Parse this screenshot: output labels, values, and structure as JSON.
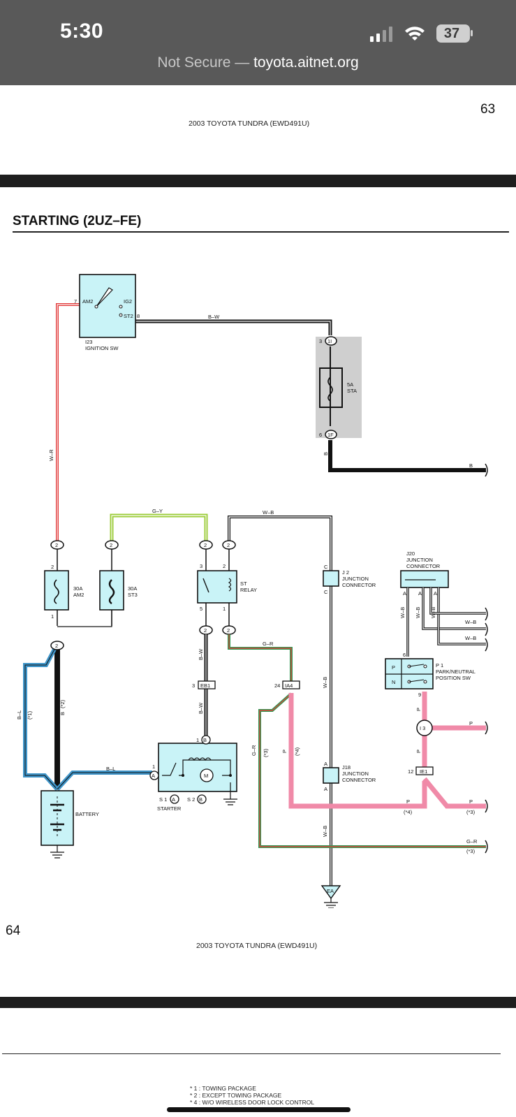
{
  "status_bar": {
    "time": "5:30",
    "battery": "37",
    "not_secure": "Not Secure —",
    "domain": "toyota.aitnet.org"
  },
  "page": {
    "page_number_top": "63",
    "doc_title_top": "2003 TOYOTA TUNDRA (EWD491U)",
    "section_title": "STARTING (2UZ–FE)",
    "page_number_bottom": "64",
    "doc_title_bottom": "2003 TOYOTA TUNDRA (EWD491U)"
  },
  "diagram": {
    "ignition_sw": {
      "ref": "I23",
      "name": "IGNITION SW",
      "am2": "AM2",
      "ig2": "IG2",
      "st2": "ST2",
      "pin_am2": "7",
      "pin_st2": "8"
    },
    "fuse_sta": {
      "rating": "5A",
      "name": "STA",
      "pin_top": "3",
      "pin_bottom": "6",
      "conn_top": "1I",
      "conn_bottom": "1F"
    },
    "fuse_am2": {
      "rating": "30A",
      "name": "AM2",
      "pin_top": "2",
      "pin_bottom": "1"
    },
    "fuse_st3": {
      "rating": "30A",
      "name": "ST3"
    },
    "st_relay": {
      "name": "ST",
      "name2": "RELAY",
      "pin3": "3",
      "pin2": "2",
      "pin5": "5",
      "pin1": "1"
    },
    "j2": {
      "ref": "J 2",
      "name": "JUNCTION",
      "name2": "CONNECTOR",
      "pin_a": "C",
      "pin_b": "C"
    },
    "j18": {
      "ref": "J18",
      "name": "JUNCTION",
      "name2": "CONNECTOR",
      "pin_a": "A",
      "pin_b": "A"
    },
    "j20": {
      "ref": "J20",
      "name": "JUNCTION",
      "name2": "CONNECTOR",
      "pins": [
        "A",
        "A",
        "A"
      ]
    },
    "p1": {
      "ref": "P 1",
      "name": "PARK/NEUTRAL",
      "name2": "POSITION SW",
      "p": "P",
      "n": "N",
      "pin6": "6",
      "pin9": "9"
    },
    "starter": {
      "name": "STARTER",
      "s1": "S 1",
      "s2": "S 2",
      "pin1": "1",
      "conn_a": "A",
      "conn_b": "B",
      "pin_b": "1",
      "motor": "M",
      "s1_mark": "A",
      "s2_mark": "B"
    },
    "battery": {
      "name": "BATTERY"
    },
    "connectors": {
      "two": "2",
      "eb1": "EB1",
      "eb1_pin": "3",
      "ia4": "IA4",
      "ia4_pin": "24",
      "ie1": "IE1",
      "ie1_pin": "12",
      "i3": "I 3",
      "ea": "EA"
    },
    "wire_labels": {
      "bw": "B–W",
      "wr": "W–R",
      "b": "B",
      "gy": "G–Y",
      "wb": "W–B",
      "gr": "G–R",
      "bl": "B–L",
      "p": "P",
      "n1": "(*1)",
      "n2": "(*2)",
      "n3": "(*3)",
      "n4": "(*4)"
    }
  },
  "footnotes": {
    "n1": "* 1 : TOWING PACKAGE",
    "n2": "* 2 : EXCEPT TOWING PACKAGE",
    "n4": "* 4 : W/O WIRELESS DOOR LOCK CONTROL"
  },
  "colors": {
    "status_bar": "#595959",
    "component_fill": "#c9f3f7",
    "fuse_box_gray": "#cfcfcf",
    "wire_red": "#e23b3b",
    "wire_green": "#9ccc3a",
    "wire_blue": "#3f95c9",
    "wire_pink": "#f08aa8",
    "wire_gr_green": "#2f9a55",
    "wire_gr_red": "#d6453a"
  }
}
